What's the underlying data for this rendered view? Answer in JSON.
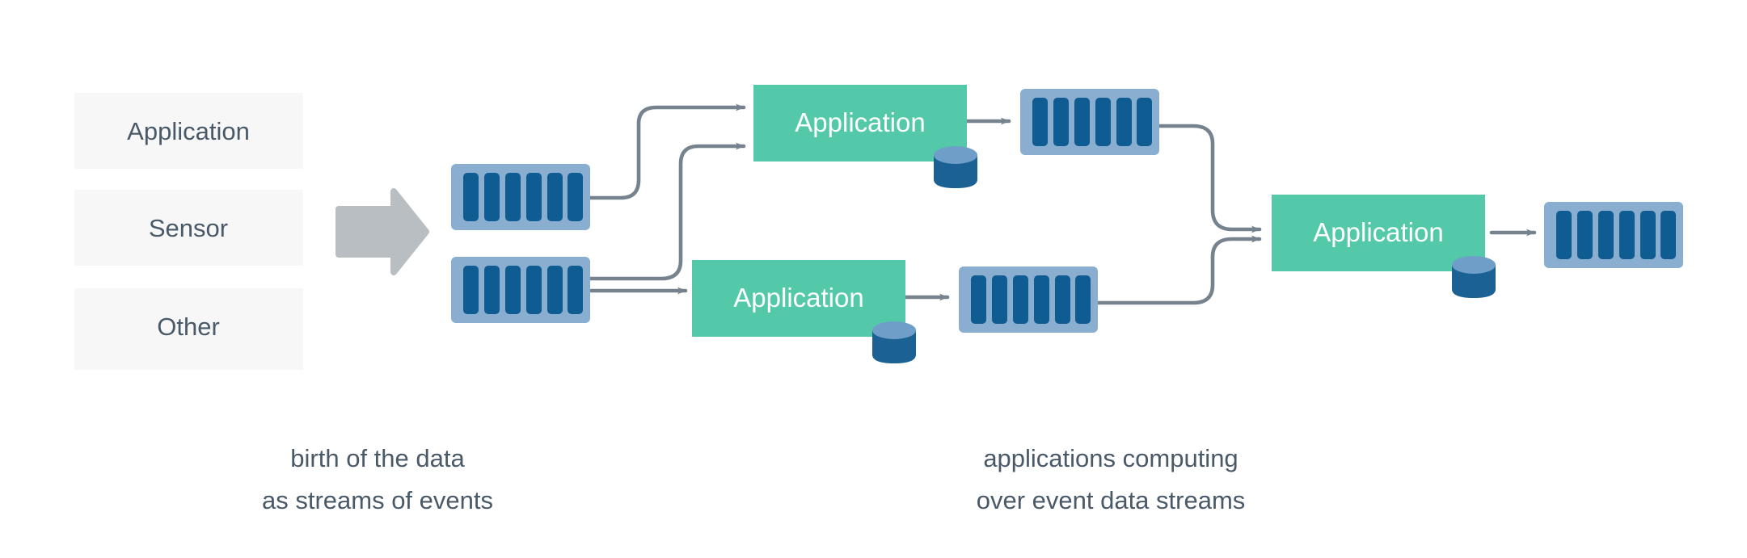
{
  "figure": {
    "title": "Event streaming data flow diagram",
    "background": "#ffffff"
  },
  "colors": {
    "source_box_fill": "#f7f7f8",
    "source_text": "#4a5968",
    "arrow_gray_block": "#b9bec2",
    "stream_outer": "#8aaed0",
    "stream_bar": "#0f5c92",
    "application_fill": "#53c9a9",
    "application_text": "#ffffff",
    "database_body": "#1b6193",
    "database_top": "#6f9fc8",
    "connector": "#76838f",
    "caption_text": "#4a5968"
  },
  "sources": {
    "name": "event-source-list",
    "items": [
      {
        "label": "Application"
      },
      {
        "label": "Sensor"
      },
      {
        "label": "Other"
      }
    ]
  },
  "ingest_arrow": {
    "name": "ingest-arrow",
    "icon": "block-arrow-right-icon"
  },
  "streams": [
    {
      "id": "stream-in-top",
      "name": "event-stream-ingest-top",
      "bars": 6
    },
    {
      "id": "stream-in-bottom",
      "name": "event-stream-ingest-bottom",
      "bars": 6
    },
    {
      "id": "stream-mid-top",
      "name": "event-stream-output-top",
      "bars": 6
    },
    {
      "id": "stream-mid-bottom",
      "name": "event-stream-output-bottom",
      "bars": 6
    },
    {
      "id": "stream-final",
      "name": "event-stream-final-output",
      "bars": 6
    }
  ],
  "applications": [
    {
      "id": "app-top",
      "name": "application-node-top",
      "label": "Application",
      "has_database": true
    },
    {
      "id": "app-bottom",
      "name": "application-node-bottom",
      "label": "Application",
      "has_database": true
    },
    {
      "id": "app-final",
      "name": "application-node-final",
      "label": "Application",
      "has_database": true
    }
  ],
  "captions": [
    {
      "id": "caption-left",
      "name": "caption-birth-of-data",
      "line1": "birth of the data",
      "line2": "as streams of events"
    },
    {
      "id": "caption-right",
      "name": "caption-applications-computing",
      "line1": "applications computing",
      "line2": "over event data streams"
    }
  ],
  "chart_data": {
    "type": "diagram",
    "title": "Event streaming data flow",
    "nodes": [
      {
        "id": "src-application",
        "type": "source",
        "label": "Application"
      },
      {
        "id": "src-sensor",
        "type": "source",
        "label": "Sensor"
      },
      {
        "id": "src-other",
        "type": "source",
        "label": "Other"
      },
      {
        "id": "stream-in-top",
        "type": "stream",
        "label": ""
      },
      {
        "id": "stream-in-bottom",
        "type": "stream",
        "label": ""
      },
      {
        "id": "app-top",
        "type": "application",
        "label": "Application"
      },
      {
        "id": "app-bottom",
        "type": "application",
        "label": "Application"
      },
      {
        "id": "stream-mid-top",
        "type": "stream",
        "label": ""
      },
      {
        "id": "stream-mid-bottom",
        "type": "stream",
        "label": ""
      },
      {
        "id": "app-final",
        "type": "application",
        "label": "Application"
      },
      {
        "id": "stream-final",
        "type": "stream",
        "label": ""
      }
    ],
    "edges": [
      {
        "from": "sources",
        "to": "stream-in-top"
      },
      {
        "from": "sources",
        "to": "stream-in-bottom"
      },
      {
        "from": "stream-in-top",
        "to": "app-top"
      },
      {
        "from": "stream-in-bottom",
        "to": "app-top"
      },
      {
        "from": "stream-in-bottom",
        "to": "app-bottom"
      },
      {
        "from": "app-top",
        "to": "stream-mid-top"
      },
      {
        "from": "app-bottom",
        "to": "stream-mid-bottom"
      },
      {
        "from": "stream-mid-top",
        "to": "app-final"
      },
      {
        "from": "stream-mid-bottom",
        "to": "app-final"
      },
      {
        "from": "app-final",
        "to": "stream-final"
      }
    ]
  }
}
